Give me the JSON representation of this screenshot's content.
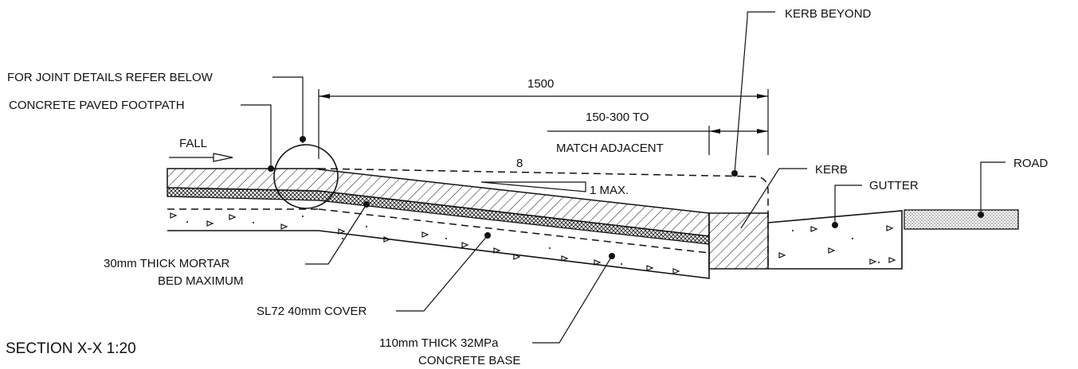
{
  "drawing": {
    "title": "SECTION X-X 1:20",
    "labels": {
      "kerb_beyond": "KERB BEYOND",
      "joint_details": "FOR JOINT DETAILS REFER BELOW",
      "concrete_footpath": "CONCRETE PAVED FOOTPATH",
      "fall": "FALL",
      "kerb": "KERB",
      "gutter": "GUTTER",
      "road": "ROAD",
      "mortar_line1": "30mm THICK MORTAR",
      "mortar_line2": "BED MAXIMUM",
      "mesh_cover": "SL72 40mm COVER",
      "base_line1": "110mm THICK 32MPa",
      "base_line2": "CONCRETE BASE"
    },
    "dimensions": {
      "overall": "1500",
      "offset_line1": "150-300 TO",
      "offset_line2": "MATCH ADJACENT",
      "slope_run": "8",
      "slope_rise": "1 MAX."
    }
  }
}
